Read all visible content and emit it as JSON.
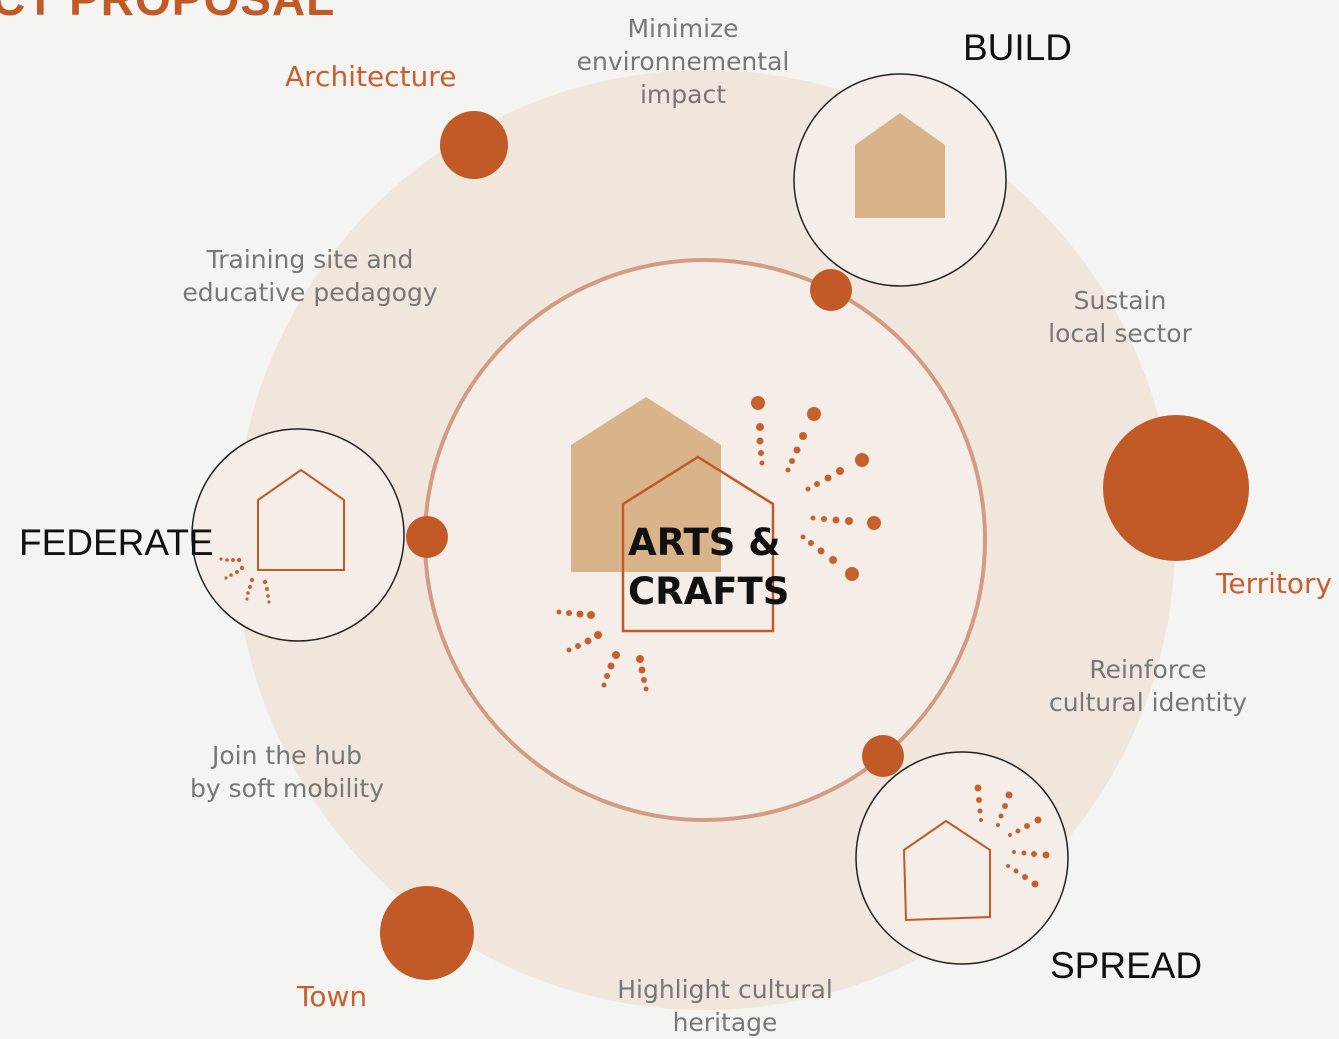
{
  "title": "CT PROPOSAL",
  "center": {
    "line1": "ARTS &",
    "line2": "CRAFTS"
  },
  "actions": {
    "build": "BUILD",
    "federate": "FEDERATE",
    "spread": "SPREAD"
  },
  "scales": {
    "architecture": "Architecture",
    "territory": "Territory",
    "town": "Town"
  },
  "goals": {
    "environment": [
      "Minimize",
      "environnemental",
      "impact"
    ],
    "local_sector": [
      "Sustain",
      "local sector"
    ],
    "training": [
      "Training site and",
      "educative pedagogy"
    ],
    "identity": [
      "Reinforce",
      "cultural identity"
    ],
    "mobility": [
      "Join the hub",
      "by soft mobility"
    ],
    "heritage": [
      "Highlight cultural",
      "heritage"
    ]
  },
  "colors": {
    "accent": "#c15a27",
    "outer_ring": "#f0e6dc",
    "inner_ring": "#d49b82",
    "house_fill": "#d9b48b"
  }
}
